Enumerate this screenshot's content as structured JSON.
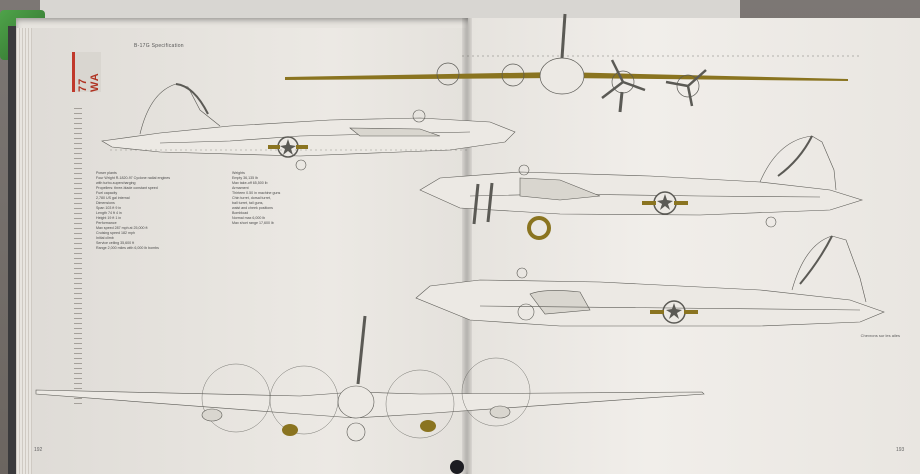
{
  "book": {
    "spine_tab": "77 WA",
    "heading": "B-17G Specification",
    "caption": "Chevrons sur les ailes",
    "page_left": "192",
    "page_right": "193"
  },
  "specs": {
    "left_column": [
      "Power plants",
      "Four Wright R-1820-97 Cyclone radial engines",
      "with turbo-supercharging",
      "Propellers: three-blade constant speed",
      "Fuel capacity",
      "2,780 US gal internal",
      "Dimensions",
      "Span 103 ft 9 in",
      "Length 74 ft 4 in",
      "Height 19 ft 1 in",
      "Performance",
      "Max speed 287 mph at 25,000 ft",
      "Cruising speed 182 mph",
      "Initial climb",
      "Service ceiling 35,600 ft",
      "Range 2,000 miles with 6,000 lb bombs"
    ],
    "right_column": [
      "Weights",
      "Empty 36,135 lb",
      "Max take-off 65,500 lb",
      "Armament",
      "Thirteen 0.50 in machine guns",
      "Chin turret, dorsal turret,",
      "ball turret, tail guns,",
      "waist and cheek positions",
      "Bombload",
      "Normal max 6,000 lb",
      "Max short range 17,600 lb"
    ]
  },
  "colors": {
    "line": "#5b5a55",
    "accent": "#8a7420",
    "page": "#ece9e4"
  }
}
